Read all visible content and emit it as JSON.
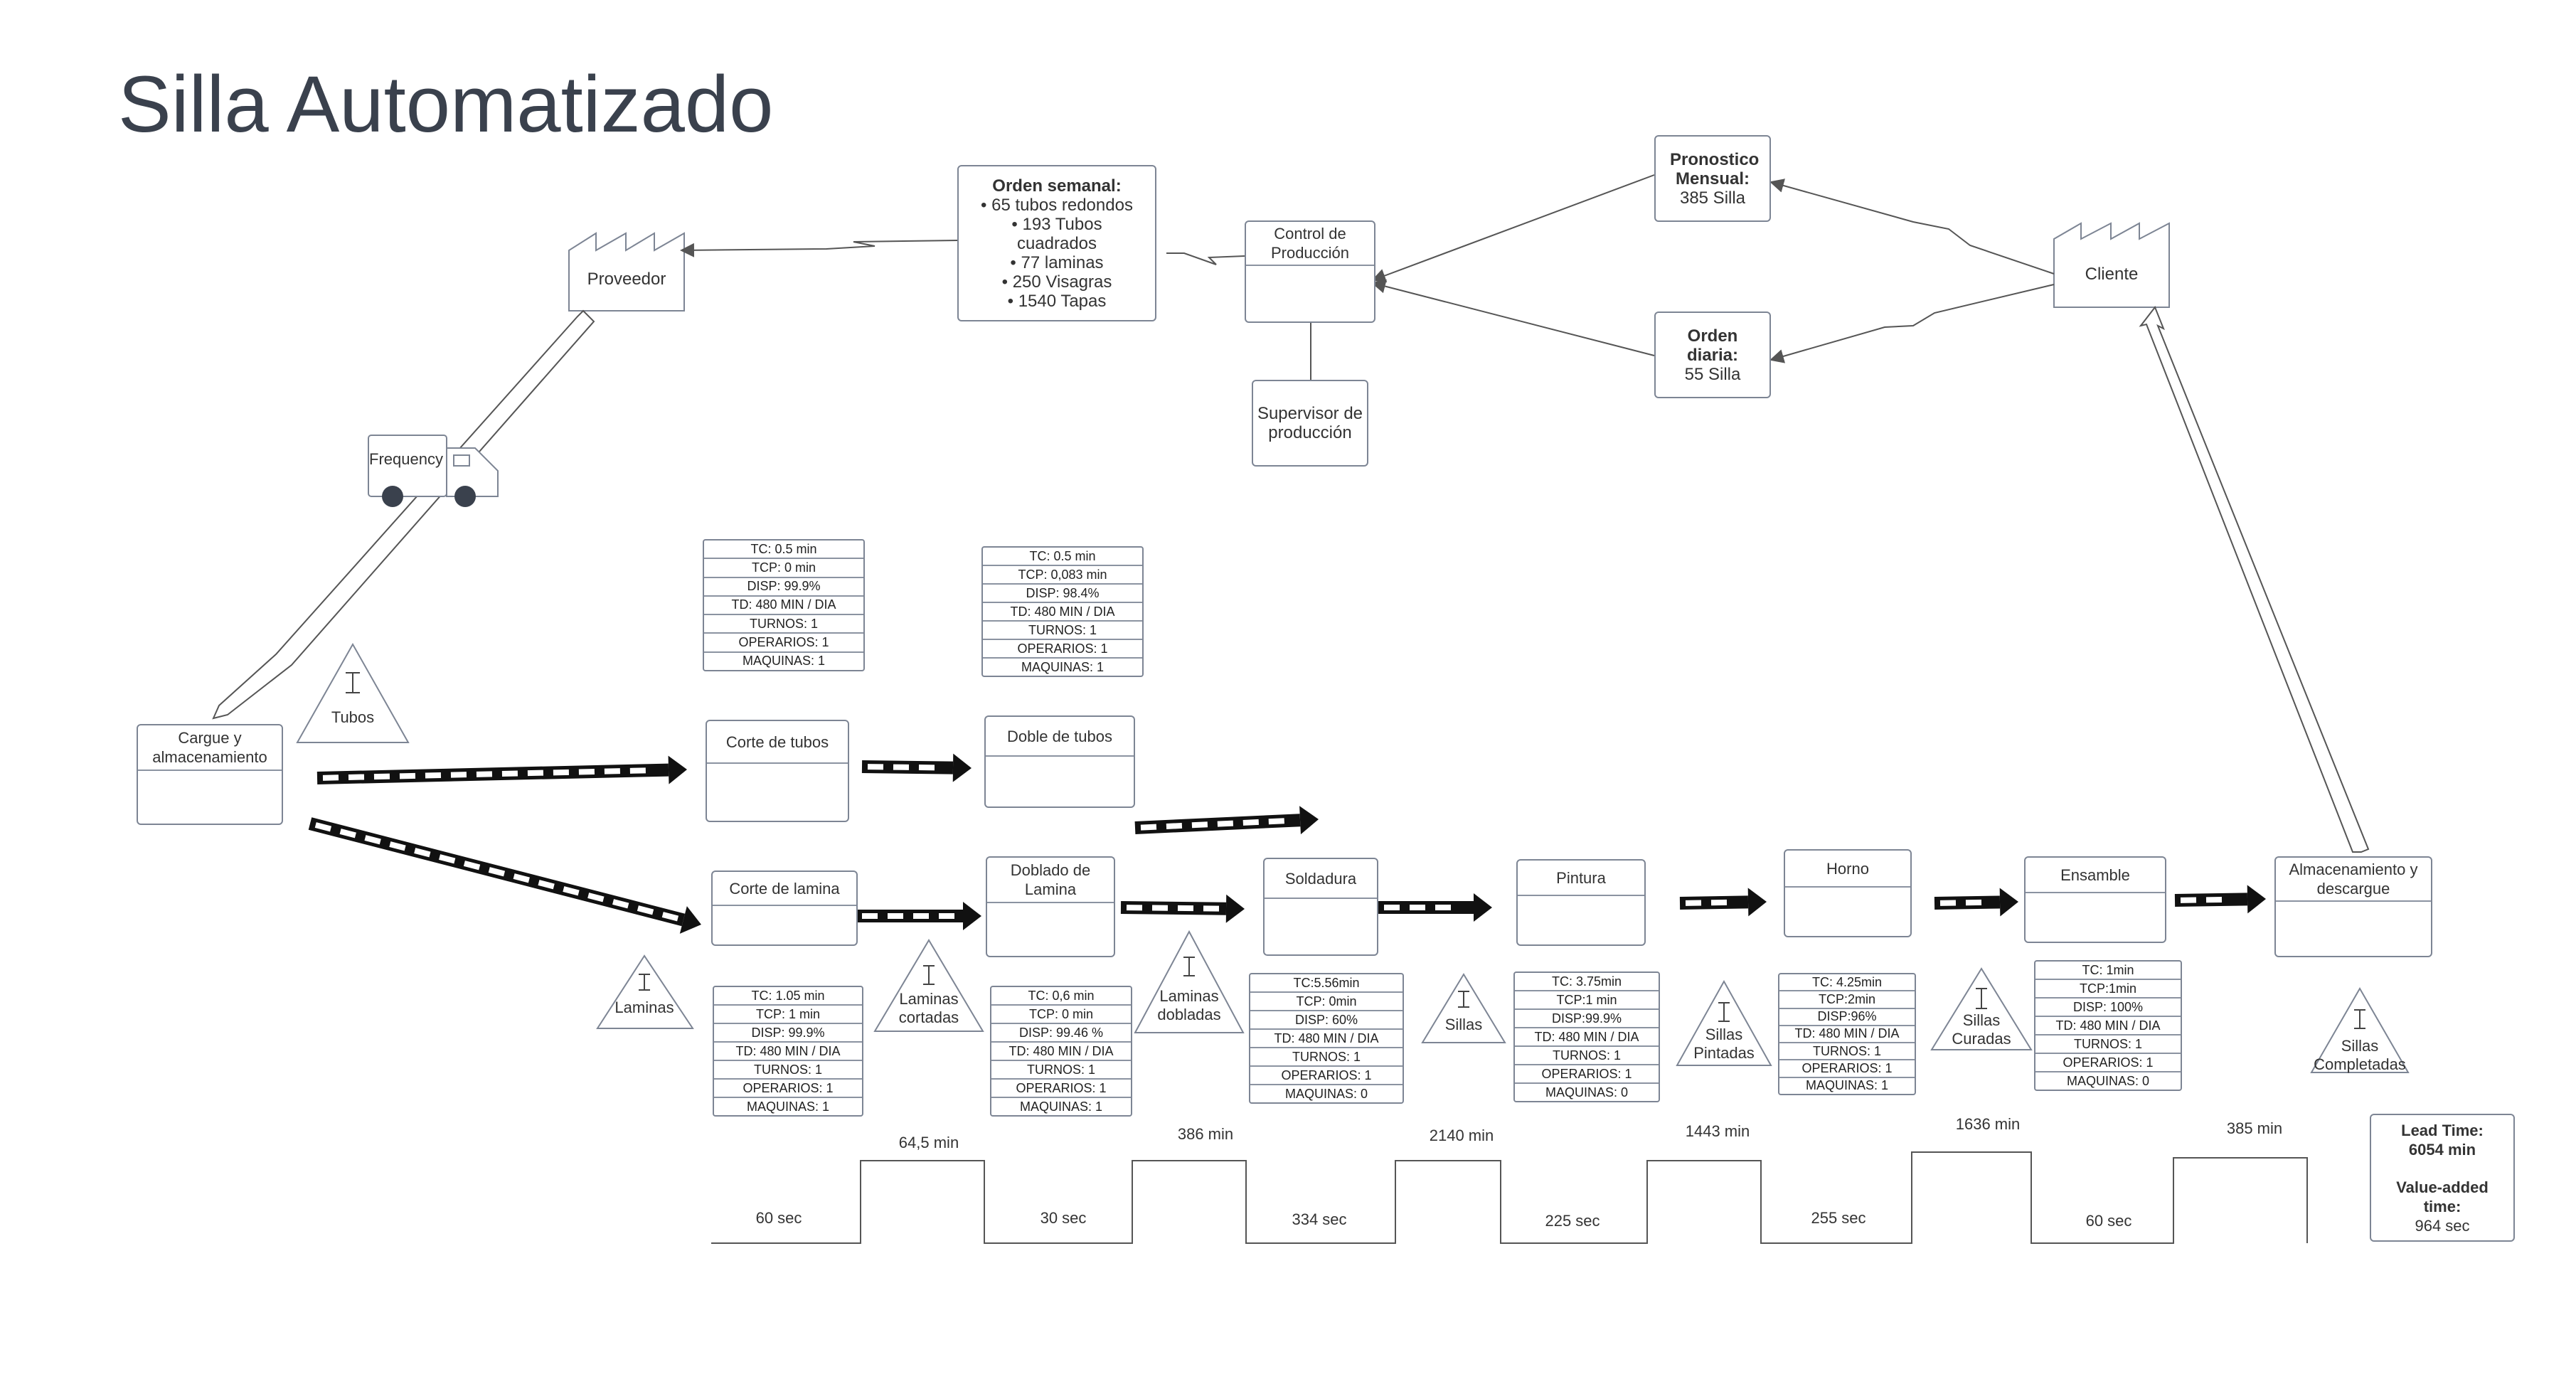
{
  "title": "Silla Automatizado",
  "suppliers": {
    "proveedor": "Proveedor",
    "cliente": "Cliente"
  },
  "truck_label": "Frequency",
  "orden_semanal": {
    "heading": "Orden semanal:",
    "items": [
      "• 65 tubos redondos",
      "•  193 Tubos",
      "cuadrados",
      "• 77 laminas",
      "• 250 Visagras",
      "• 1540 Tapas"
    ]
  },
  "control": "Control de Producción",
  "supervisor": "Supervisor de producción",
  "pronostico": {
    "heading": "Pronostico Mensual:",
    "value": "385 Silla"
  },
  "orden_diaria": {
    "heading": "Orden diaria:",
    "value": "55 Silla"
  },
  "processes": {
    "cargue": "Cargue y almacenamiento",
    "corte_tubos": "Corte de tubos",
    "doble_tubos": "Doble de tubos",
    "corte_lamina": "Corte de lamina",
    "doblado_lamina": "Doblado de Lamina",
    "soldadura": "Soldadura",
    "pintura": "Pintura",
    "horno": "Horno",
    "ensamble": "Ensamble",
    "almacenamiento": "Almacenamiento y descargue"
  },
  "inventories": {
    "tubos": "Tubos",
    "laminas": "Laminas",
    "laminas_cortadas": "Laminas cortadas",
    "laminas_dobladas": "Laminas dobladas",
    "sillas": "Sillas",
    "sillas_pintadas": "Sillas Pintadas",
    "sillas_curadas": "Sillas Curadas",
    "sillas_completadas": "Sillas Completadas"
  },
  "data_boxes": {
    "corte_tubos": [
      "TC: 0.5 min",
      "TCP: 0 min",
      "DISP: 99.9%",
      "TD:  480 MIN / DIA",
      "TURNOS: 1",
      "OPERARIOS: 1",
      "MAQUINAS: 1"
    ],
    "doble_tubos": [
      "TC: 0.5 min",
      "TCP: 0,083 min",
      "DISP: 98.4%",
      "TD:  480 MIN / DIA",
      "TURNOS: 1",
      "OPERARIOS: 1",
      "MAQUINAS: 1"
    ],
    "corte_lamina": [
      "TC: 1.05 min",
      "TCP: 1 min",
      "DISP: 99.9%",
      "TD:  480 MIN / DIA",
      "TURNOS: 1",
      "OPERARIOS: 1",
      "MAQUINAS: 1"
    ],
    "doblado_lamina": [
      "TC: 0,6 min",
      "TCP: 0 min",
      "DISP: 99.46 %",
      "TD:  480 MIN / DIA",
      "TURNOS:  1",
      "OPERARIOS: 1",
      "MAQUINAS: 1"
    ],
    "soldadura": [
      "TC:5.56min",
      "TCP: 0min",
      "DISP: 60%",
      "TD:  480 MIN / DIA",
      "TURNOS: 1",
      "OPERARIOS: 1",
      "MAQUINAS: 0"
    ],
    "pintura": [
      "TC: 3.75min",
      "TCP:1 min",
      "DISP:99.9%",
      "TD:  480 MIN / DIA",
      "TURNOS:  1",
      "OPERARIOS: 1",
      "MAQUINAS: 0"
    ],
    "horno": [
      "TC: 4.25min",
      "TCP:2min",
      "DISP:96%",
      "TD:  480 MIN / DIA",
      "TURNOS:  1",
      "OPERARIOS: 1",
      "MAQUINAS: 1"
    ],
    "ensamble": [
      "TC: 1min",
      "TCP:1min",
      "DISP: 100%",
      "TD:  480 MIN / DIA",
      "TURNOS: 1",
      "OPERARIOS: 1",
      "MAQUINAS: 0"
    ]
  },
  "timeline": {
    "sec": [
      "60 sec",
      "30 sec",
      "334 sec",
      "225 sec",
      "255 sec",
      "60 sec"
    ],
    "min": [
      "64,5 min",
      "386 min",
      "2140 min",
      "1443 min",
      "1636 min",
      "385 min"
    ]
  },
  "lead": {
    "lead_label": "Lead Time:",
    "lead_value": "6054 min",
    "va_label": "Value-added time:",
    "va_value": "964 sec"
  },
  "colors": {
    "line": "#7d8594",
    "dark": "#2f3640",
    "text": "#333333"
  }
}
